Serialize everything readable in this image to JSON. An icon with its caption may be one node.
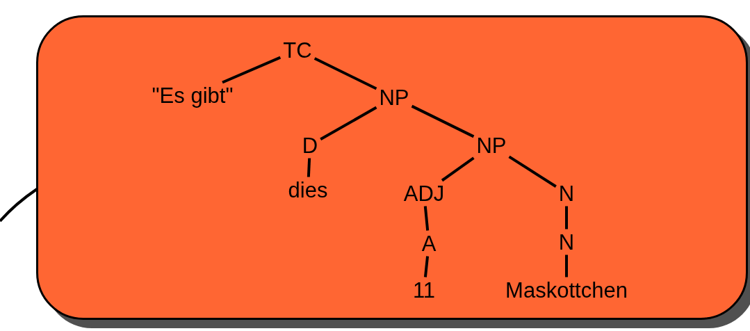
{
  "diagram": {
    "nodes": [
      {
        "text": [],
        "shape": "box"
      },
      {
        "text": [
          "TC"
        ],
        "in": 0
      },
      {
        "text": [
          "\"Es gibt\""
        ],
        "in": 0
      },
      {
        "text": [
          "NP"
        ],
        "in": 0
      },
      {
        "text": [
          "D"
        ],
        "in": 0
      },
      {
        "text": [
          "NP"
        ],
        "in": 0
      },
      {
        "text": [
          "dies"
        ],
        "in": 0
      },
      {
        "text": [
          "ADJ"
        ],
        "in": 0
      },
      {
        "text": [
          "N"
        ],
        "in": 0
      },
      {
        "text": [
          "A"
        ],
        "in": 0
      },
      {
        "text": [
          "N"
        ],
        "in": 0
      },
      {
        "text": [
          "11"
        ],
        "in": 0
      },
      {
        "text": [
          "Maskottchen"
        ],
        "in": 0
      }
    ],
    "edges": [
      {
        "from": null,
        "to": 0,
        "arrow": "none"
      },
      {
        "from": 1,
        "to": 2,
        "arrow": "none"
      },
      {
        "from": 1,
        "to": 3,
        "arrow": "none"
      },
      {
        "from": 3,
        "to": 4,
        "arrow": "none"
      },
      {
        "from": 3,
        "to": 5,
        "arrow": "none"
      },
      {
        "from": 4,
        "to": 6,
        "arrow": "none"
      },
      {
        "from": 5,
        "to": 7,
        "arrow": "none"
      },
      {
        "from": 5,
        "to": 8,
        "arrow": "none"
      },
      {
        "from": 7,
        "to": 9,
        "arrow": "none"
      },
      {
        "from": 8,
        "to": 10,
        "arrow": "none"
      },
      {
        "from": 9,
        "to": 11,
        "arrow": "none"
      },
      {
        "from": 10,
        "to": 12,
        "arrow": "none"
      }
    ]
  }
}
